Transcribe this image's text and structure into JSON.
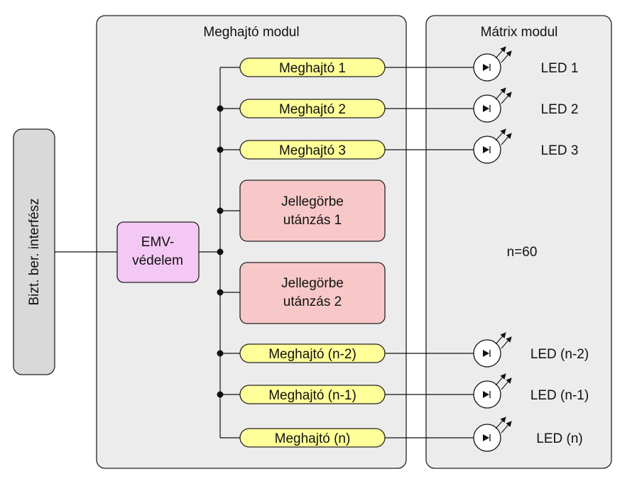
{
  "interface": {
    "label": "Bizt. ber. interfész"
  },
  "emv": {
    "line1": "EMV-",
    "line2": "védelem"
  },
  "driver_module": {
    "title": "Meghajtó modul",
    "drivers_top": [
      "Meghajtó 1",
      "Meghajtó 2",
      "Meghajtó 3"
    ],
    "emulators": [
      {
        "line1": "Jellegörbe",
        "line2": "utánzás 1"
      },
      {
        "line1": "Jellegörbe",
        "line2": "utánzás 2"
      }
    ],
    "drivers_bottom": [
      "Meghajtó (n-2)",
      "Meghajtó (n-1)",
      "Meghajtó (n)"
    ]
  },
  "matrix_module": {
    "title": "Mátrix modul",
    "leds_top": [
      "LED 1",
      "LED 2",
      "LED 3"
    ],
    "count_label": "n=60",
    "leds_bottom": [
      "LED (n-2)",
      "LED (n-1)",
      "LED (n)"
    ]
  },
  "colors": {
    "module_fill": "#ececec",
    "interface_fill": "#d9d9d9",
    "emv_fill": "#f4c8f4",
    "driver_fill": "#ffff99",
    "emulator_fill": "#f8c8c8"
  }
}
